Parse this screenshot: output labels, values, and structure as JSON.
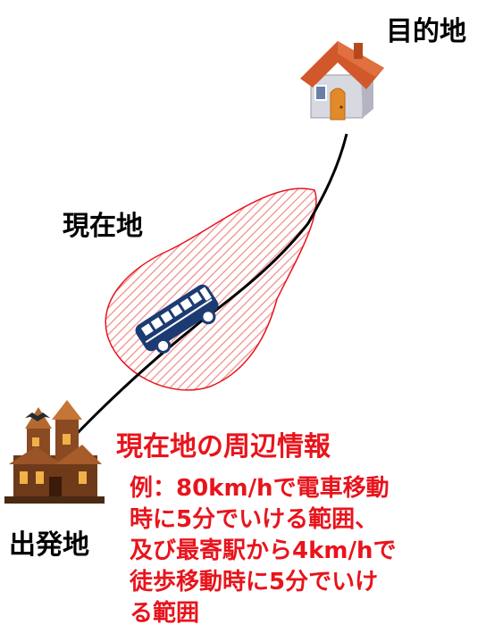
{
  "labels": {
    "destination": "目的地",
    "current_location": "現在地",
    "origin": "出発地"
  },
  "info": {
    "title": "現在地の周辺情報",
    "lines": [
      "例：80km/hで電車移動",
      "時に5分でいける範囲、",
      "及び最寄駅から4km/hで",
      "徒歩移動時に5分でいけ",
      "る範囲"
    ]
  },
  "colors": {
    "accent": "#e8141c",
    "area_fill_stripe": "#f28c8c",
    "bus": "#1d3b73",
    "route": "#000000"
  },
  "icons": {
    "destination": "house-icon",
    "origin": "haunted-house-icon",
    "vehicle": "bus-icon"
  }
}
